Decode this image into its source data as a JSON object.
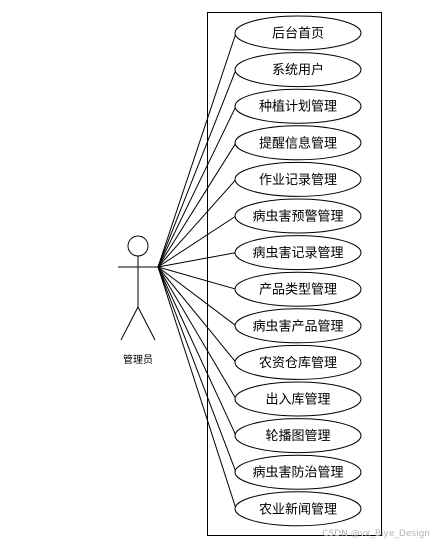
{
  "actor": {
    "label": "管理员"
  },
  "use_cases": [
    "后台首页",
    "系统用户",
    "种植计划管理",
    "提醒信息管理",
    "作业记录管理",
    "病虫害预警管理",
    "病虫害记录管理",
    "产品类型管理",
    "病虫害产品管理",
    "农资仓库管理",
    "出入库管理",
    "轮播图管理",
    "病虫害防治管理",
    "农业新闻管理"
  ],
  "watermark": "CSDN @vx_Biye_Design"
}
